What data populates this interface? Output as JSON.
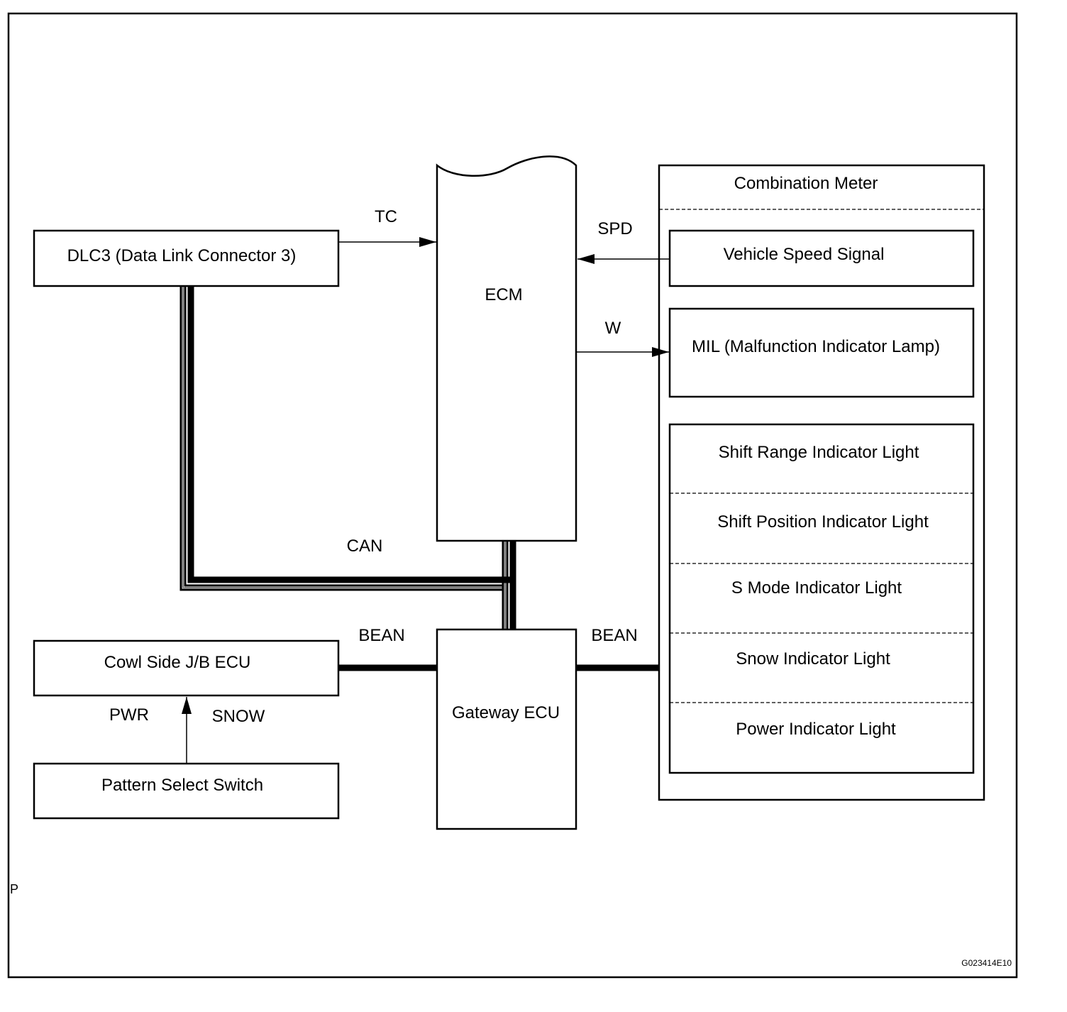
{
  "figure_id": "G023414E10",
  "corner_mark": "P",
  "nodes": {
    "dlc3": "DLC3 (Data Link Connector 3)",
    "ecm": "ECM",
    "gateway": "Gateway ECU",
    "cowl": "Cowl Side J/B ECU",
    "pattern": "Pattern Select Switch",
    "combination_meter": "Combination Meter",
    "vehicle_speed": "Vehicle Speed Signal",
    "mil": "MIL (Malfunction Indicator Lamp)",
    "indicators": [
      "Shift Range Indicator Light",
      "Shift Position Indicator Light",
      "S Mode Indicator Light",
      "Snow Indicator Light",
      "Power Indicator Light"
    ]
  },
  "signals": {
    "tc": "TC",
    "spd": "SPD",
    "w": "W",
    "can": "CAN",
    "bean_left": "BEAN",
    "bean_right": "BEAN",
    "pwr": "PWR",
    "snow": "SNOW"
  }
}
